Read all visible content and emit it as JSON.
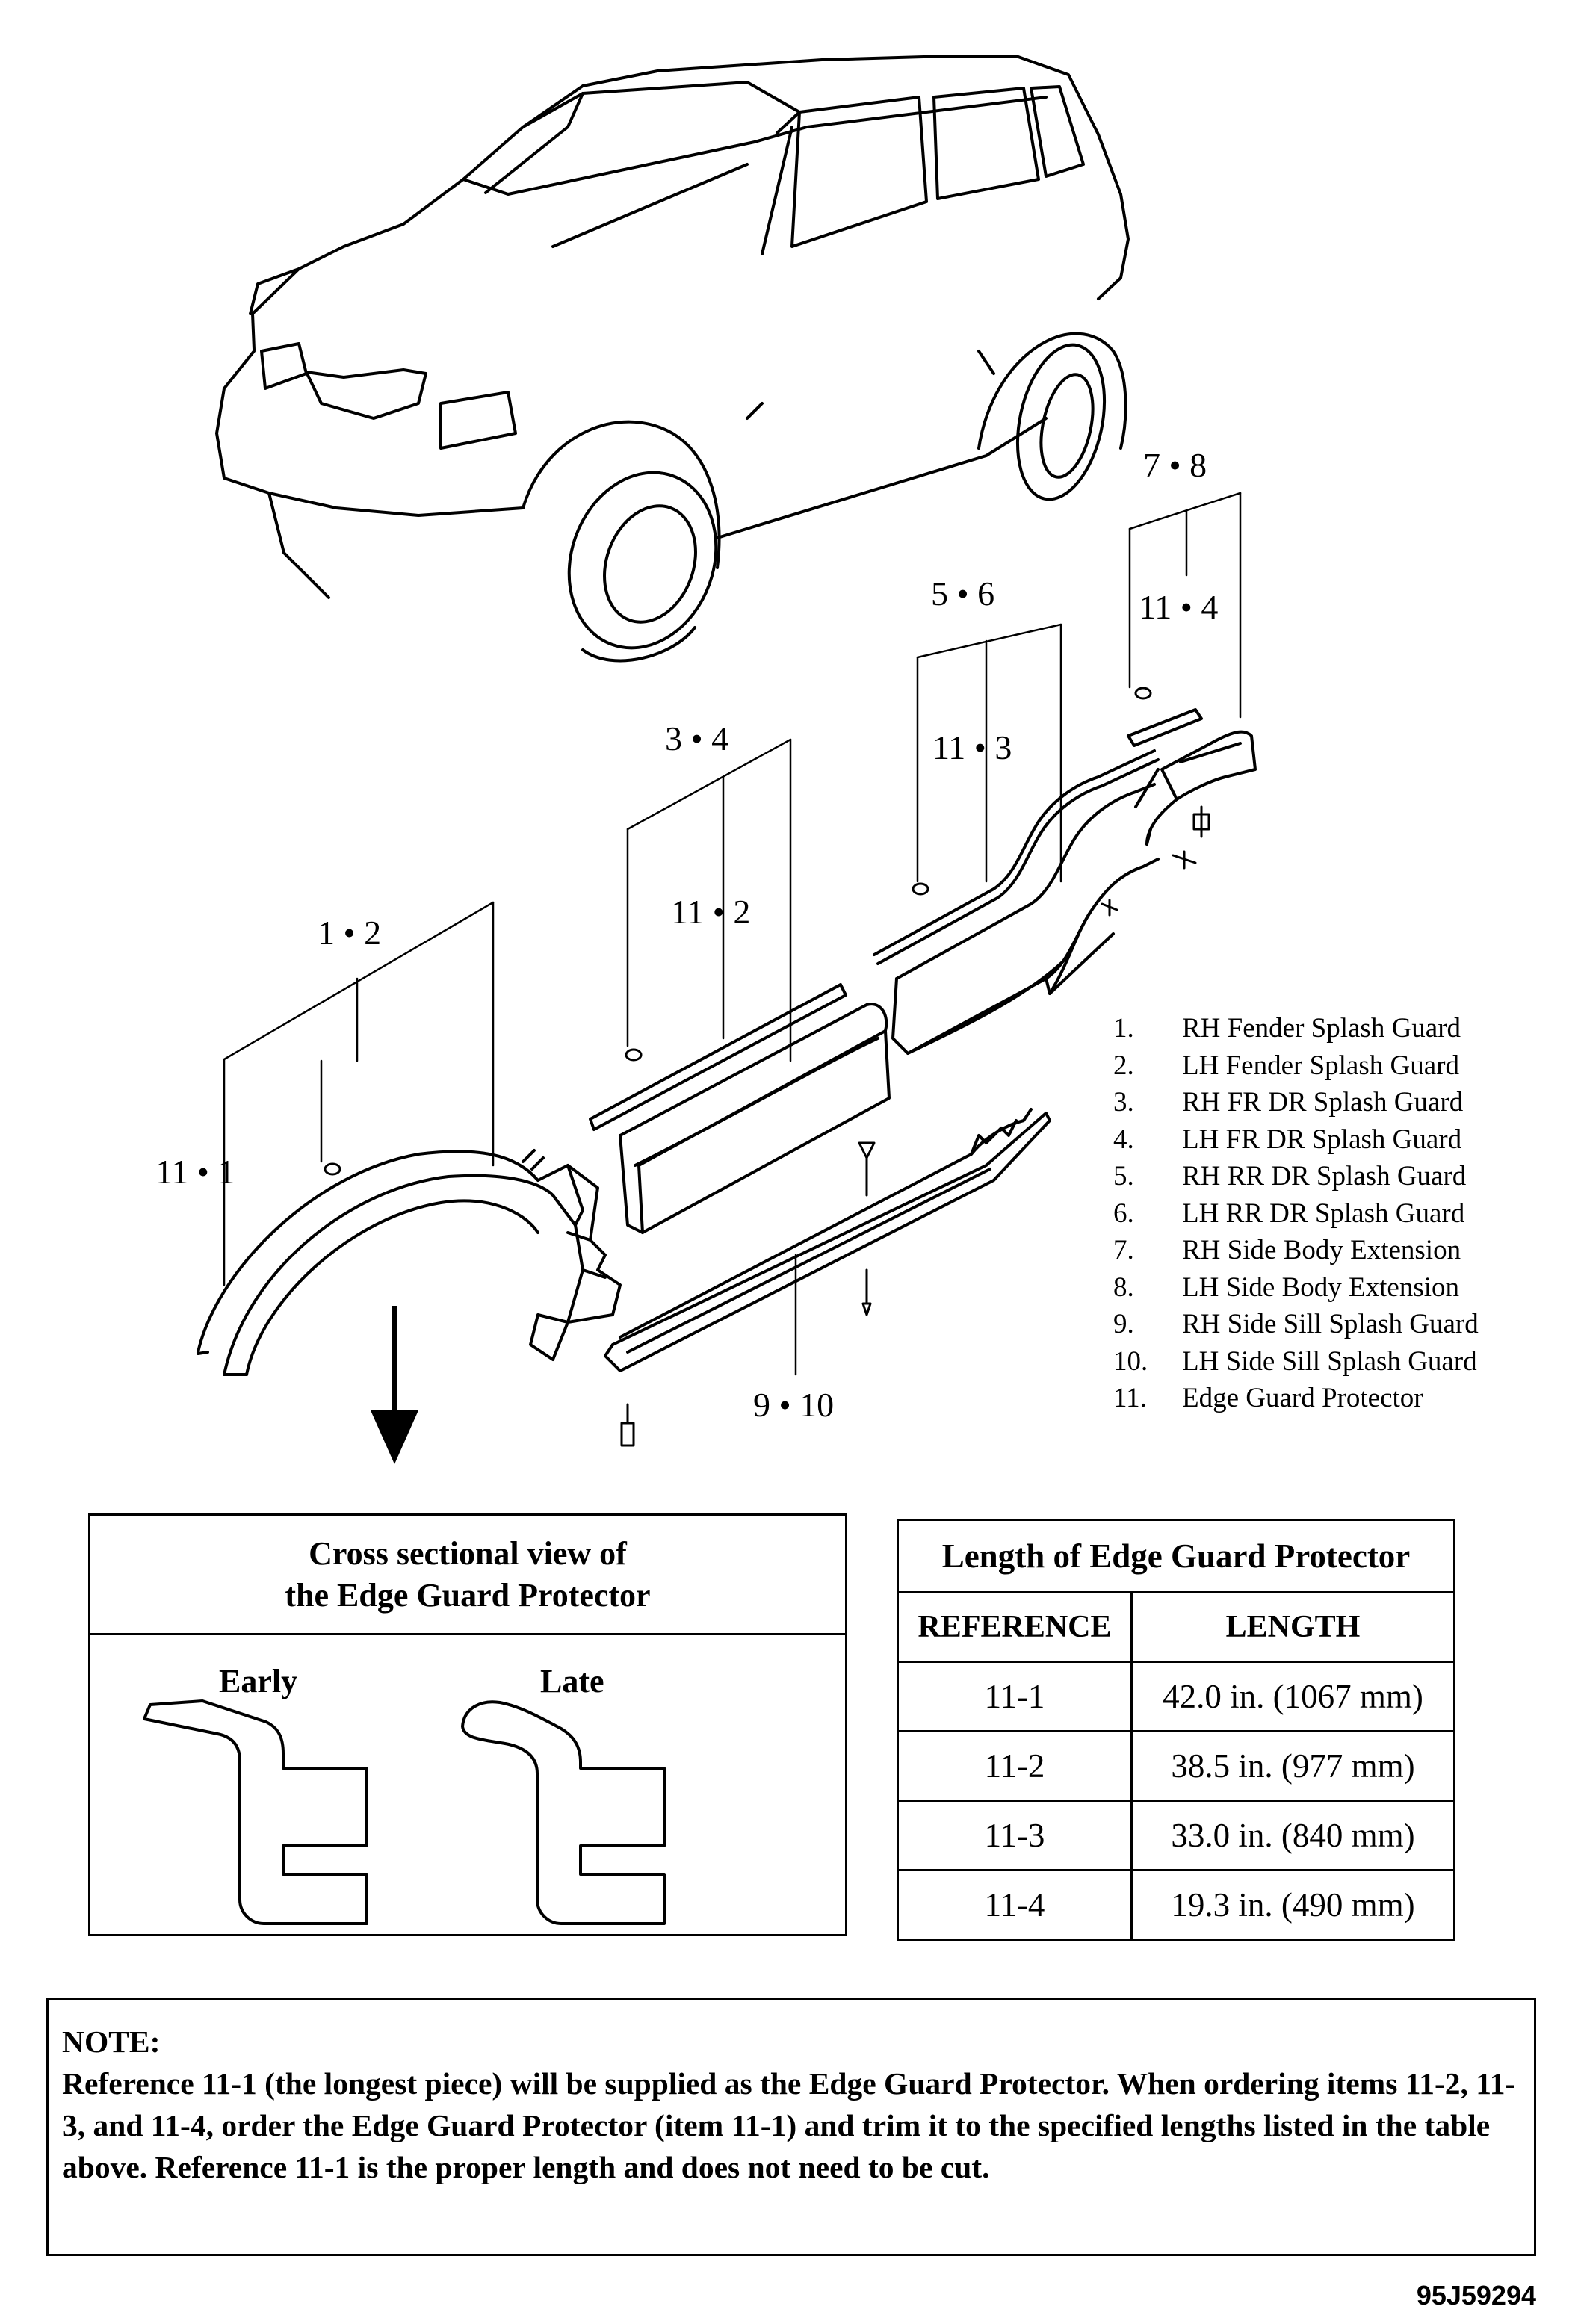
{
  "callouts": {
    "c12": "1 • 2",
    "c34": "3 • 4",
    "c56": "5 • 6",
    "c78": "7 • 8",
    "c111": "11 • 1",
    "c112": "11 • 2",
    "c113": "11 • 3",
    "c114": "11 • 4",
    "c910": "9 • 10"
  },
  "legend": [
    {
      "num": "1.",
      "text": "RH Fender Splash Guard"
    },
    {
      "num": "2.",
      "text": "LH Fender Splash Guard"
    },
    {
      "num": "3.",
      "text": "RH FR DR Splash Guard"
    },
    {
      "num": "4.",
      "text": "LH FR DR Splash Guard"
    },
    {
      "num": "5.",
      "text": "RH RR DR Splash Guard"
    },
    {
      "num": "6.",
      "text": "LH RR DR Splash Guard"
    },
    {
      "num": "7.",
      "text": "RH Side Body Extension"
    },
    {
      "num": "8.",
      "text": "LH Side Body Extension"
    },
    {
      "num": "9.",
      "text": "RH Side Sill Splash Guard"
    },
    {
      "num": "10.",
      "text": "LH Side Sill Splash Guard"
    },
    {
      "num": "11.",
      "text": "Edge Guard Protector"
    }
  ],
  "cross_section": {
    "title_line1": "Cross sectional view of",
    "title_line2": "the Edge Guard Protector",
    "early_label": "Early",
    "late_label": "Late"
  },
  "length_table": {
    "caption": "Length of Edge Guard Protector",
    "headers": [
      "REFERENCE",
      "LENGTH"
    ],
    "rows": [
      {
        "ref": "11-1",
        "length": "42.0 in. (1067 mm)"
      },
      {
        "ref": "11-2",
        "length": "38.5 in. (977 mm)"
      },
      {
        "ref": "11-3",
        "length": "33.0 in. (840 mm)"
      },
      {
        "ref": "11-4",
        "length": "19.3 in. (490 mm)"
      }
    ]
  },
  "note": {
    "heading": "NOTE:",
    "body": "Reference 11-1 (the longest piece) will be supplied as the Edge Guard Protector.  When ordering items 11-2, 11-3, and 11-4, order the Edge Guard Protector (item 11-1) and trim it to the specified lengths listed in the table above.  Reference 11-1 is the proper length and does not need to be cut."
  },
  "figure_code": "95J59294"
}
